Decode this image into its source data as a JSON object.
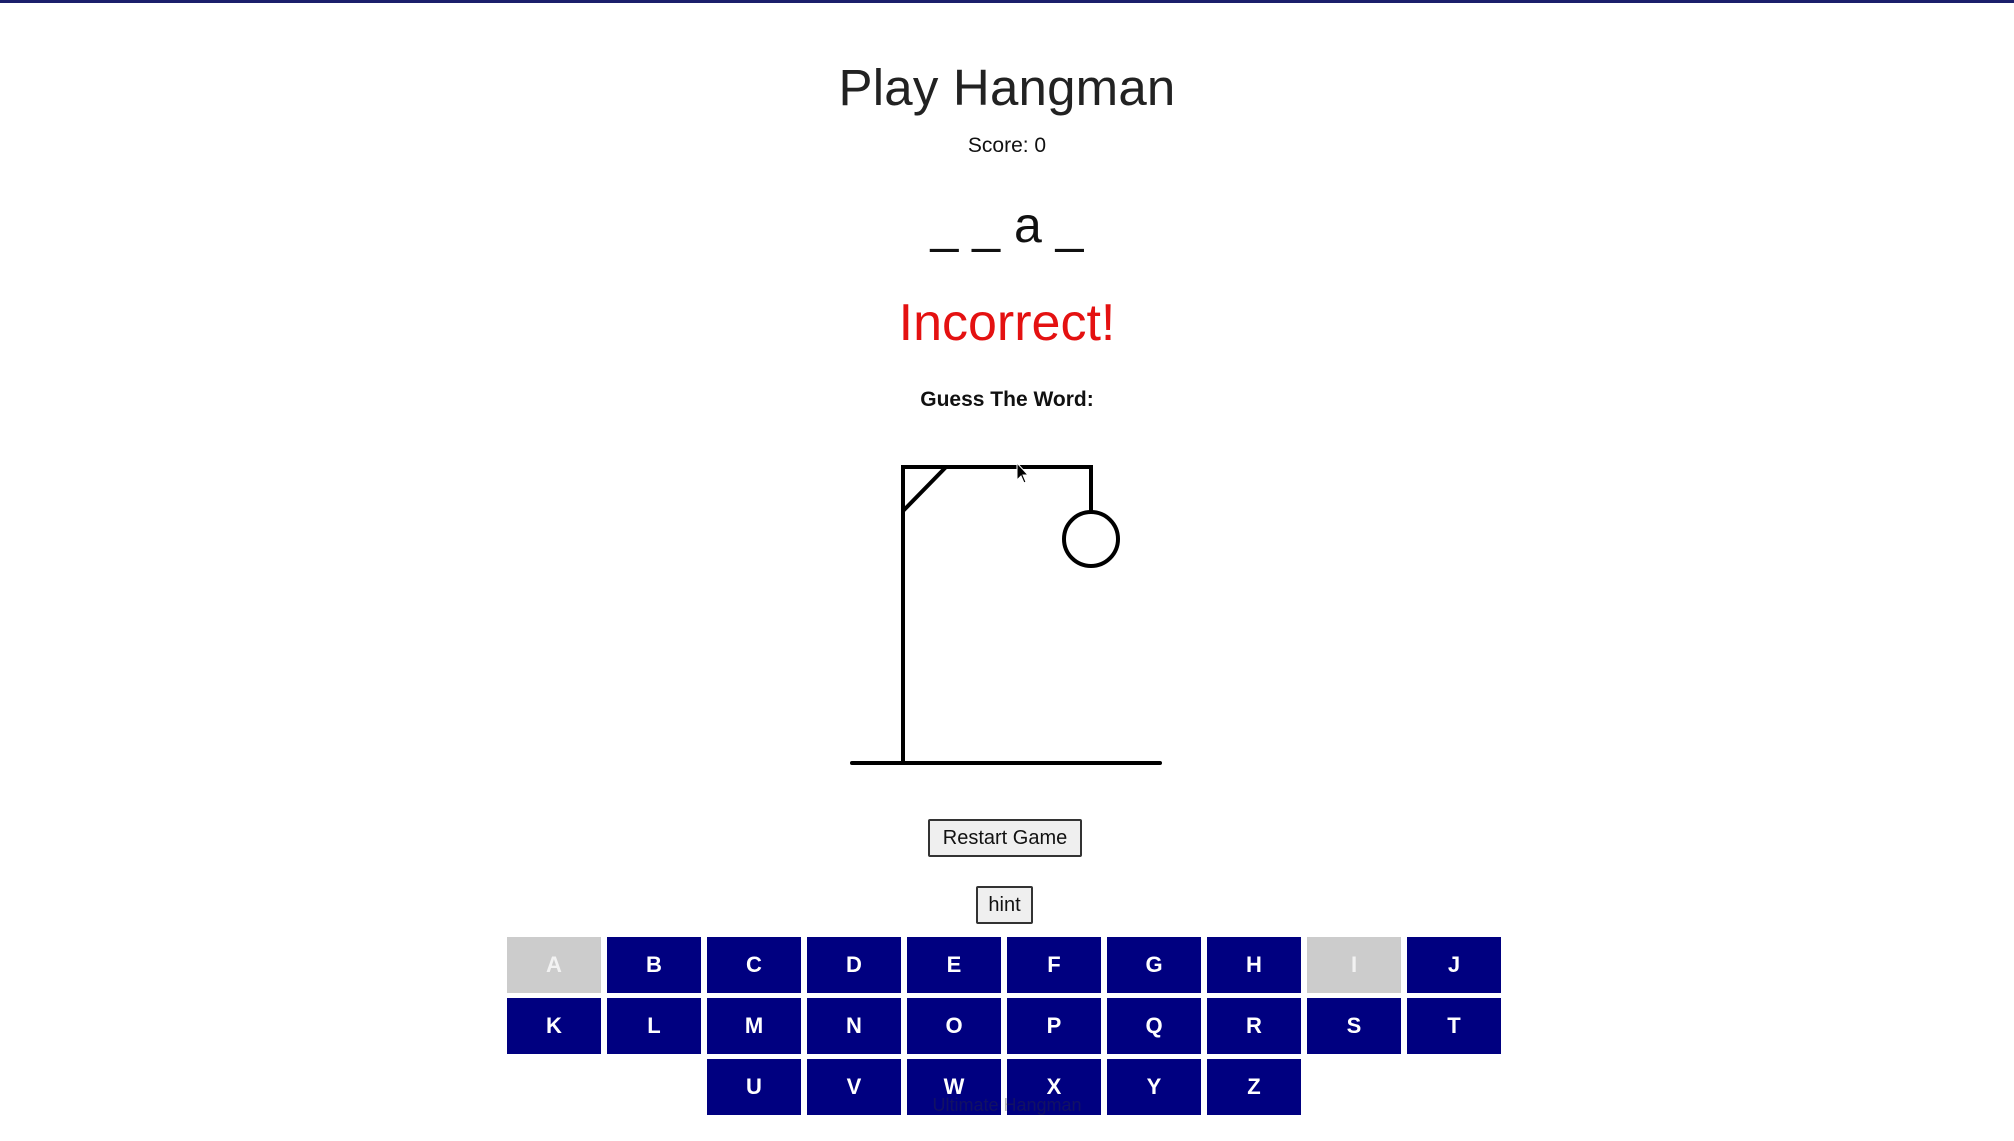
{
  "game": {
    "title": "Play Hangman",
    "score_text": "Score: 0",
    "word_display": "_ _ a _",
    "feedback": "Incorrect!",
    "feedback_color": "#e41111",
    "prompt": "Guess The Word:",
    "wrong_guesses": 1
  },
  "controls": {
    "restart_label": "Restart Game",
    "hint_label": "hint"
  },
  "keyboard": {
    "active_color": "#000080",
    "used_color": "#cccccc",
    "keys": [
      {
        "letter": "A",
        "used": true
      },
      {
        "letter": "B",
        "used": false
      },
      {
        "letter": "C",
        "used": false
      },
      {
        "letter": "D",
        "used": false
      },
      {
        "letter": "E",
        "used": false
      },
      {
        "letter": "F",
        "used": false
      },
      {
        "letter": "G",
        "used": false
      },
      {
        "letter": "H",
        "used": false
      },
      {
        "letter": "I",
        "used": true
      },
      {
        "letter": "J",
        "used": false
      },
      {
        "letter": "K",
        "used": false
      },
      {
        "letter": "L",
        "used": false
      },
      {
        "letter": "M",
        "used": false
      },
      {
        "letter": "N",
        "used": false
      },
      {
        "letter": "O",
        "used": false
      },
      {
        "letter": "P",
        "used": false
      },
      {
        "letter": "Q",
        "used": false
      },
      {
        "letter": "R",
        "used": false
      },
      {
        "letter": "S",
        "used": false
      },
      {
        "letter": "T",
        "used": false
      },
      {
        "letter": "U",
        "used": false
      },
      {
        "letter": "V",
        "used": false
      },
      {
        "letter": "W",
        "used": false
      },
      {
        "letter": "X",
        "used": false
      },
      {
        "letter": "Y",
        "used": false
      },
      {
        "letter": "Z",
        "used": false
      }
    ]
  },
  "footer": {
    "text": "Ultimate Hangman"
  }
}
